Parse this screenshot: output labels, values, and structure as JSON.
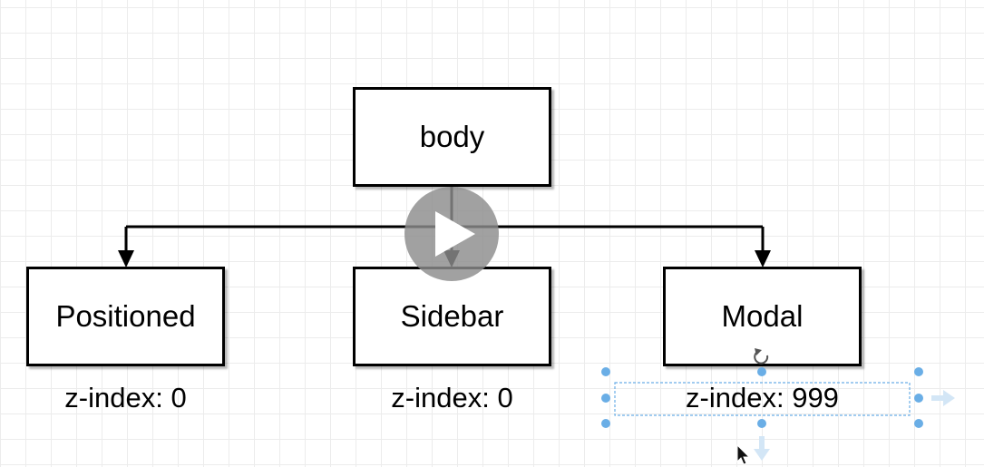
{
  "diagram": {
    "root": {
      "label": "body"
    },
    "children": [
      {
        "label": "Positioned",
        "caption": "z-index: 0"
      },
      {
        "label": "Sidebar",
        "caption": "z-index: 0"
      },
      {
        "label": "Modal",
        "caption": "z-index: 999"
      }
    ]
  },
  "selection": {
    "target": "Modal caption",
    "color": "#6aaee6"
  },
  "overlay": {
    "play_button_color": "#8c8c8c"
  },
  "colors": {
    "stroke": "#000000",
    "grid": "#ececec"
  }
}
